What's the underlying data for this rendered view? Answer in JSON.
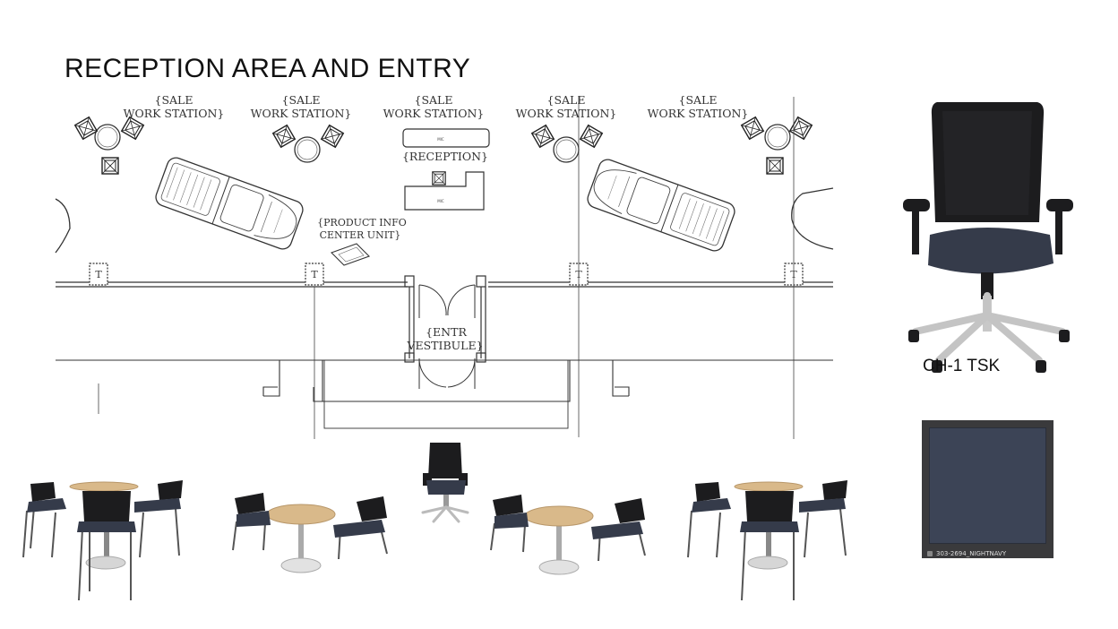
{
  "title": "RECEPTION AREA  AND ENTRY",
  "plan_labels": {
    "sale_line1": "{SALE",
    "sale_line2": "WORK STATION}",
    "reception": "{RECEPTION}",
    "product_line1": "{PRODUCT INFO",
    "product_line2": "CENTER UNIT}",
    "entry_line1": "{ENTR",
    "entry_line2": "VESTIBULE}",
    "mic": "MIC",
    "tick_t": "T"
  },
  "task_chair": {
    "caption": "CH-1 TSK"
  },
  "fabric_swatch": {
    "label": "303-2694_NIGHTNAVY",
    "color": "#3c4456"
  },
  "colors": {
    "line": "#333333",
    "chair_black": "#1c1c1e",
    "seat_navy": "#353b4a",
    "table_top": "#d9b98a",
    "table_base": "#d6d6d6"
  }
}
